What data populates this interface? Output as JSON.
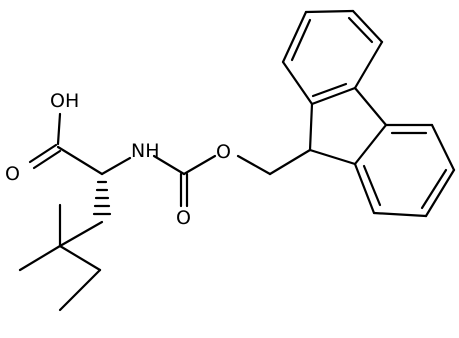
{
  "molecule": {
    "labels": {
      "oh": "OH",
      "carbonyl_o_acid": "O",
      "nh": "NH",
      "carbonyl_o_carbamate": "O",
      "ester_o": "O"
    }
  }
}
